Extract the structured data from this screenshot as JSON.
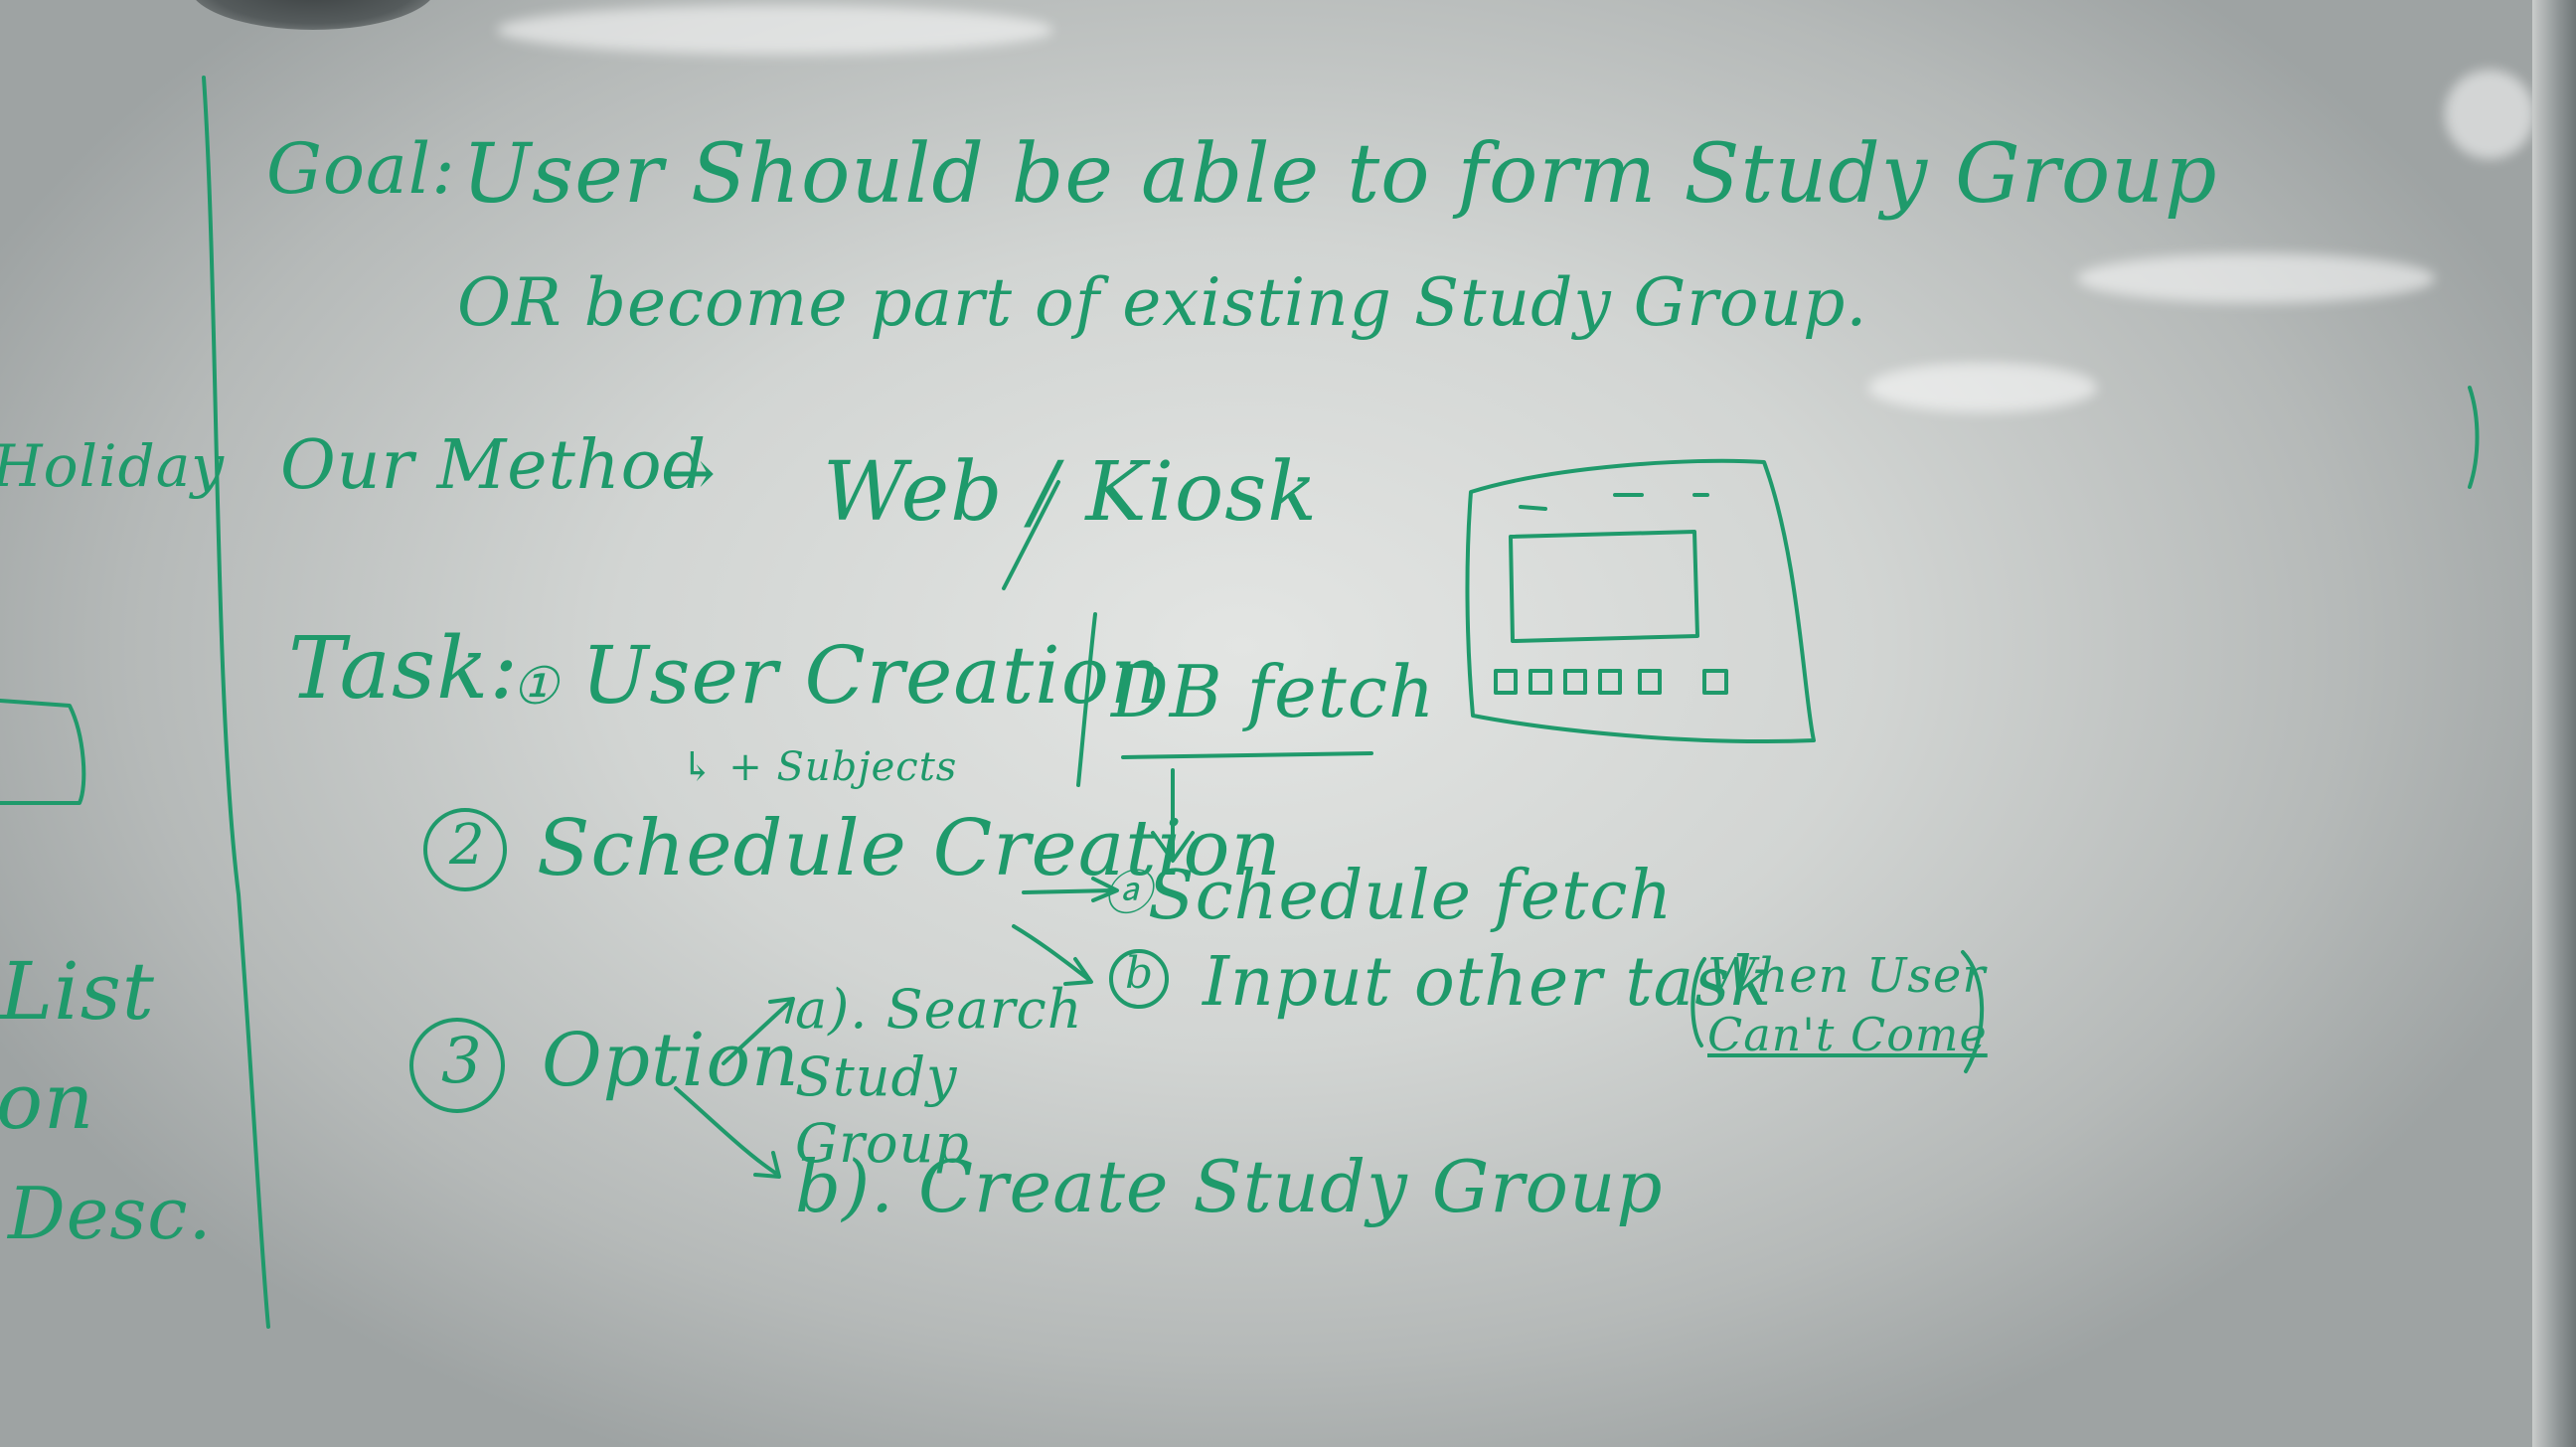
{
  "goal": {
    "label": "Goal:",
    "line1": "User Should be able to form Study Group",
    "line2": "OR become part of existing Study Group."
  },
  "method": {
    "label": "Our Method",
    "arrow": "→",
    "value": "Web / Kiosk"
  },
  "tasks": {
    "label": "Task:",
    "t1_number": "①",
    "t1_text": "User Creation",
    "t1_alt": "DB fetch",
    "t1_sub": "↳ + Subjects",
    "t2_number": "②",
    "t2_text": "Schedule Creation",
    "t2_a_number": "ⓐ",
    "t2_a_text": "Schedule fetch",
    "t2_b_number": "ⓑ",
    "t2_b_text": "Input other task",
    "t2_b_note_line1": "When User",
    "t2_b_note_line2": "Can't Come",
    "t3_number": "③",
    "t3_text": "Option",
    "t3_a_text": "a). Search Study Group",
    "t3_b_text": "b). Create Study Group"
  },
  "left_edge": {
    "holiday": "Holiday",
    "list": "List",
    "on": "on",
    "desc": "Desc."
  },
  "ink_color": "#1f9a6b"
}
